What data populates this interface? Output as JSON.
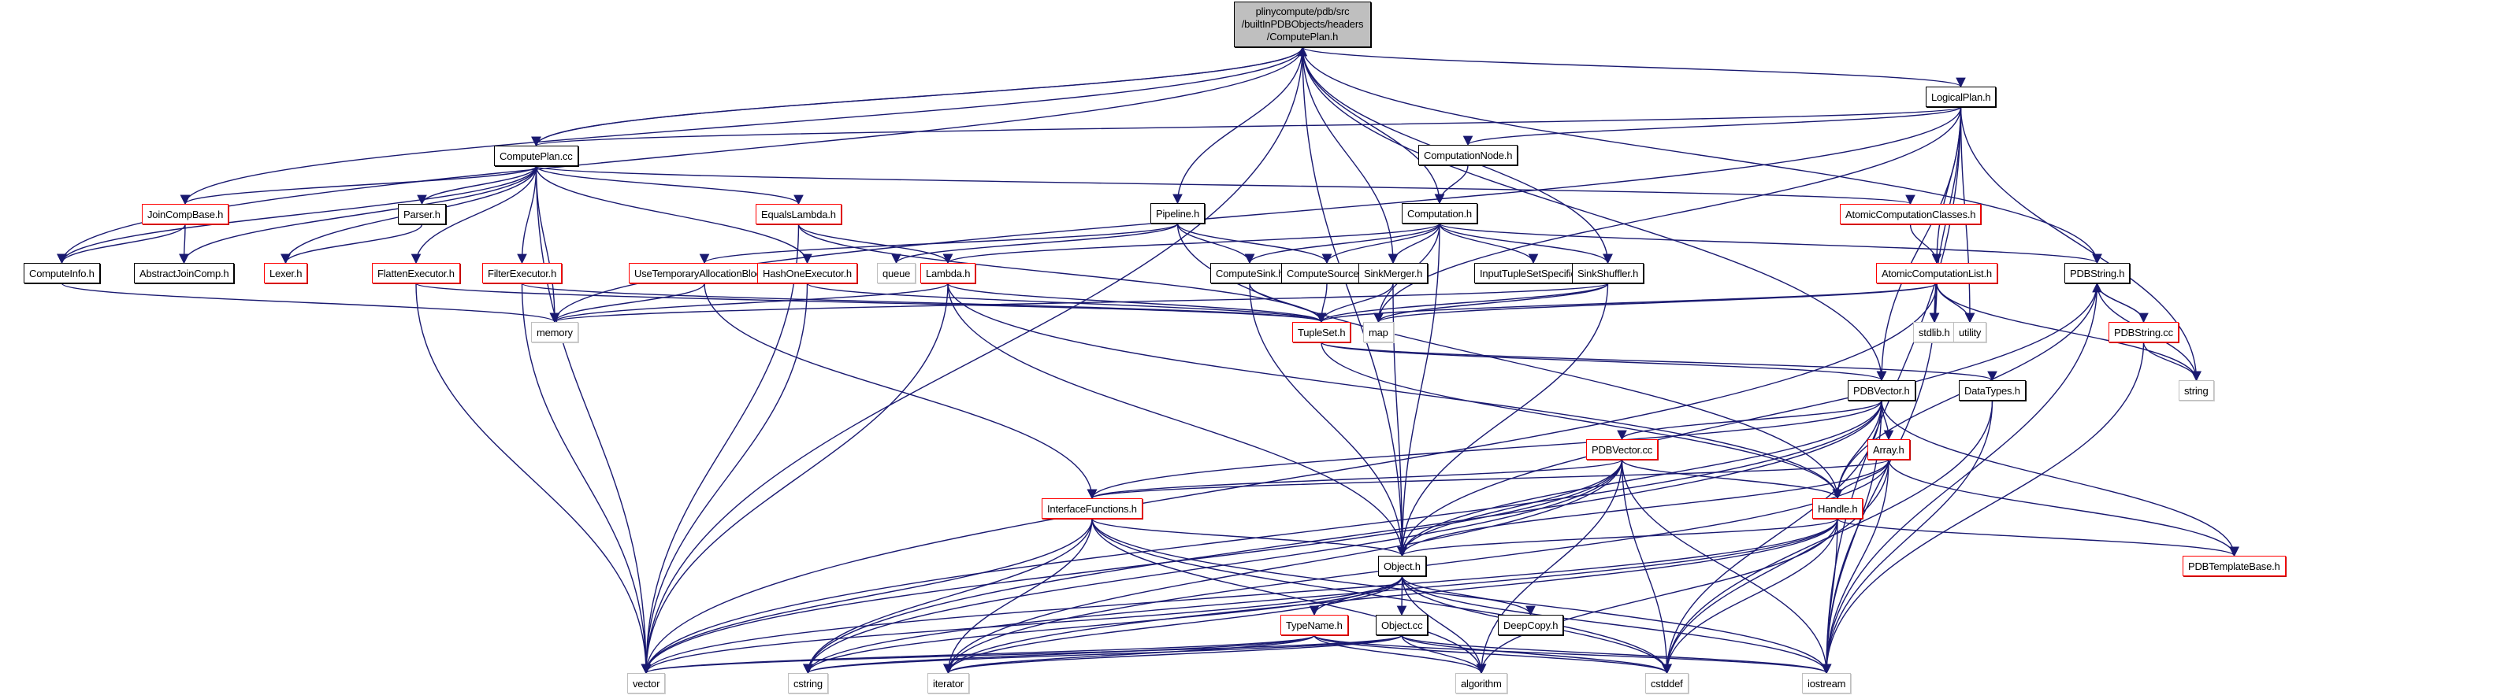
{
  "graph": {
    "title": "Include dependency graph for ComputePlan.h",
    "edge_color": "#191970",
    "node_colors": {
      "root_fill": "#bfbfbf",
      "documented_border": "#000000",
      "undocumented_border": "#ff0000",
      "system_border": "#bfbfbf"
    },
    "root": {
      "id": "ComputePlan_h",
      "label_lines": [
        "plinycompute/pdb/src",
        "/builtInPDBObjects/headers",
        "/ComputePlan.h"
      ]
    },
    "nodes": [
      {
        "id": "ComputePlan_cc",
        "label": "ComputePlan.cc",
        "kind": "documented"
      },
      {
        "id": "LogicalPlan_h",
        "label": "LogicalPlan.h",
        "kind": "documented"
      },
      {
        "id": "JoinCompBase_h",
        "label": "JoinCompBase.h",
        "kind": "undocumented"
      },
      {
        "id": "Parser_h",
        "label": "Parser.h",
        "kind": "documented"
      },
      {
        "id": "EqualsLambda_h",
        "label": "EqualsLambda.h",
        "kind": "undocumented"
      },
      {
        "id": "Pipeline_h",
        "label": "Pipeline.h",
        "kind": "documented"
      },
      {
        "id": "ComputationNode_h",
        "label": "ComputationNode.h",
        "kind": "documented"
      },
      {
        "id": "AtomicComputationClasses_h",
        "label": "AtomicComputationClasses.h",
        "kind": "undocumented"
      },
      {
        "id": "ComputeInfo_h",
        "label": "ComputeInfo.h",
        "kind": "documented"
      },
      {
        "id": "AbstractJoinComp_h",
        "label": "AbstractJoinComp.h",
        "kind": "documented"
      },
      {
        "id": "Lexer_h",
        "label": "Lexer.h",
        "kind": "undocumented"
      },
      {
        "id": "FlattenExecutor_h",
        "label": "FlattenExecutor.h",
        "kind": "undocumented"
      },
      {
        "id": "FilterExecutor_h",
        "label": "FilterExecutor.h",
        "kind": "undocumented"
      },
      {
        "id": "UseTemporaryAllocationBlock_h",
        "label": "UseTemporaryAllocationBlock.h",
        "kind": "undocumented"
      },
      {
        "id": "HashOneExecutor_h",
        "label": "HashOneExecutor.h",
        "kind": "undocumented"
      },
      {
        "id": "queue",
        "label": "queue",
        "kind": "system"
      },
      {
        "id": "Lambda_h",
        "label": "Lambda.h",
        "kind": "undocumented"
      },
      {
        "id": "Computation_h",
        "label": "Computation.h",
        "kind": "documented"
      },
      {
        "id": "ComputeSink_h",
        "label": "ComputeSink.h",
        "kind": "documented"
      },
      {
        "id": "ComputeSource_h",
        "label": "ComputeSource.h",
        "kind": "documented"
      },
      {
        "id": "SinkMerger_h",
        "label": "SinkMerger.h",
        "kind": "documented"
      },
      {
        "id": "InputTupleSetSpecifier_h",
        "label": "InputTupleSetSpecifier.h",
        "kind": "documented"
      },
      {
        "id": "SinkShuffler_h",
        "label": "SinkShuffler.h",
        "kind": "documented"
      },
      {
        "id": "AtomicComputationList_h",
        "label": "AtomicComputationList.h",
        "kind": "undocumented"
      },
      {
        "id": "PDBString_h",
        "label": "PDBString.h",
        "kind": "documented"
      },
      {
        "id": "memory",
        "label": "memory",
        "kind": "system"
      },
      {
        "id": "TupleSet_h",
        "label": "TupleSet.h",
        "kind": "undocumented"
      },
      {
        "id": "map",
        "label": "map",
        "kind": "system"
      },
      {
        "id": "stdlib_h",
        "label": "stdlib.h",
        "kind": "system"
      },
      {
        "id": "utility",
        "label": "utility",
        "kind": "system"
      },
      {
        "id": "PDBString_cc",
        "label": "PDBString.cc",
        "kind": "undocumented"
      },
      {
        "id": "PDBVector_h",
        "label": "PDBVector.h",
        "kind": "documented"
      },
      {
        "id": "DataTypes_h",
        "label": "DataTypes.h",
        "kind": "documented"
      },
      {
        "id": "string",
        "label": "string",
        "kind": "system"
      },
      {
        "id": "PDBVector_cc",
        "label": "PDBVector.cc",
        "kind": "undocumented"
      },
      {
        "id": "Array_h",
        "label": "Array.h",
        "kind": "undocumented"
      },
      {
        "id": "InterfaceFunctions_h",
        "label": "InterfaceFunctions.h",
        "kind": "undocumented"
      },
      {
        "id": "Handle_h",
        "label": "Handle.h",
        "kind": "undocumented"
      },
      {
        "id": "PDBTemplateBase_h",
        "label": "PDBTemplateBase.h",
        "kind": "undocumented"
      },
      {
        "id": "Object_h",
        "label": "Object.h",
        "kind": "documented"
      },
      {
        "id": "TypeName_h",
        "label": "TypeName.h",
        "kind": "undocumented"
      },
      {
        "id": "Object_cc",
        "label": "Object.cc",
        "kind": "documented"
      },
      {
        "id": "DeepCopy_h",
        "label": "DeepCopy.h",
        "kind": "documented"
      },
      {
        "id": "vector",
        "label": "vector",
        "kind": "system"
      },
      {
        "id": "cstring",
        "label": "cstring",
        "kind": "system"
      },
      {
        "id": "iterator",
        "label": "iterator",
        "kind": "system"
      },
      {
        "id": "algorithm",
        "label": "algorithm",
        "kind": "system"
      },
      {
        "id": "cstddef",
        "label": "cstddef",
        "kind": "system"
      },
      {
        "id": "iostream",
        "label": "iostream",
        "kind": "system"
      }
    ],
    "edges": [
      [
        "ComputePlan_h",
        "ComputePlan_cc"
      ],
      [
        "ComputePlan_h",
        "LogicalPlan_h"
      ],
      [
        "ComputePlan_h",
        "Pipeline_h"
      ],
      [
        "ComputePlan_h",
        "Computation_h"
      ],
      [
        "ComputePlan_h",
        "SinkMerger_h"
      ],
      [
        "ComputePlan_h",
        "SinkShuffler_h"
      ],
      [
        "ComputePlan_h",
        "PDBString_h"
      ],
      [
        "ComputePlan_h",
        "PDBVector_h"
      ],
      [
        "ComputePlan_h",
        "Object_h"
      ],
      [
        "ComputePlan_h",
        "ComputeInfo_h"
      ],
      [
        "ComputePlan_h",
        "JoinCompBase_h"
      ],
      [
        "ComputePlan_h",
        "vector"
      ],
      [
        "ComputePlan_cc",
        "ComputePlan_h"
      ],
      [
        "ComputePlan_cc",
        "JoinCompBase_h"
      ],
      [
        "ComputePlan_cc",
        "Parser_h"
      ],
      [
        "ComputePlan_cc",
        "EqualsLambda_h"
      ],
      [
        "ComputePlan_cc",
        "ComputeInfo_h"
      ],
      [
        "ComputePlan_cc",
        "AbstractJoinComp_h"
      ],
      [
        "ComputePlan_cc",
        "Lexer_h"
      ],
      [
        "ComputePlan_cc",
        "FlattenExecutor_h"
      ],
      [
        "ComputePlan_cc",
        "FilterExecutor_h"
      ],
      [
        "ComputePlan_cc",
        "HashOneExecutor_h"
      ],
      [
        "ComputePlan_cc",
        "AtomicComputationClasses_h"
      ],
      [
        "ComputePlan_cc",
        "vector"
      ],
      [
        "ComputePlan_cc",
        "memory"
      ],
      [
        "LogicalPlan_h",
        "ComputationNode_h"
      ],
      [
        "LogicalPlan_h",
        "AtomicComputationList_h"
      ],
      [
        "LogicalPlan_h",
        "stdlib_h"
      ],
      [
        "LogicalPlan_h",
        "utility"
      ],
      [
        "LogicalPlan_h",
        "map"
      ],
      [
        "LogicalPlan_h",
        "PDBVector_h"
      ],
      [
        "LogicalPlan_h",
        "string"
      ],
      [
        "LogicalPlan_h",
        "iostream"
      ],
      [
        "LogicalPlan_h",
        "ComputePlan_cc"
      ],
      [
        "LogicalPlan_h",
        "memory"
      ],
      [
        "JoinCompBase_h",
        "ComputeInfo_h"
      ],
      [
        "JoinCompBase_h",
        "AbstractJoinComp_h"
      ],
      [
        "Parser_h",
        "Lexer_h"
      ],
      [
        "EqualsLambda_h",
        "Lambda_h"
      ],
      [
        "EqualsLambda_h",
        "TupleSet_h"
      ],
      [
        "EqualsLambda_h",
        "vector"
      ],
      [
        "Pipeline_h",
        "ComputeSink_h"
      ],
      [
        "Pipeline_h",
        "ComputeSource_h"
      ],
      [
        "Pipeline_h",
        "queue"
      ],
      [
        "Pipeline_h",
        "UseTemporaryAllocationBlock_h"
      ],
      [
        "Pipeline_h",
        "Handle_h"
      ],
      [
        "ComputationNode_h",
        "Computation_h"
      ],
      [
        "AtomicComputationClasses_h",
        "AtomicComputationList_h"
      ],
      [
        "ComputeInfo_h",
        "memory"
      ],
      [
        "FlattenExecutor_h",
        "vector"
      ],
      [
        "FlattenExecutor_h",
        "TupleSet_h"
      ],
      [
        "FilterExecutor_h",
        "vector"
      ],
      [
        "FilterExecutor_h",
        "TupleSet_h"
      ],
      [
        "UseTemporaryAllocationBlock_h",
        "memory"
      ],
      [
        "UseTemporaryAllocationBlock_h",
        "InterfaceFunctions_h"
      ],
      [
        "HashOneExecutor_h",
        "TupleSet_h"
      ],
      [
        "HashOneExecutor_h",
        "vector"
      ],
      [
        "Lambda_h",
        "TupleSet_h"
      ],
      [
        "Lambda_h",
        "Object_h"
      ],
      [
        "Lambda_h",
        "Handle_h"
      ],
      [
        "Lambda_h",
        "memory"
      ],
      [
        "Lambda_h",
        "vector"
      ],
      [
        "Computation_h",
        "Lambda_h"
      ],
      [
        "Computation_h",
        "ComputeSink_h"
      ],
      [
        "Computation_h",
        "ComputeSource_h"
      ],
      [
        "Computation_h",
        "SinkMerger_h"
      ],
      [
        "Computation_h",
        "InputTupleSetSpecifier_h"
      ],
      [
        "Computation_h",
        "SinkShuffler_h"
      ],
      [
        "Computation_h",
        "PDBString_h"
      ],
      [
        "Computation_h",
        "Object_h"
      ],
      [
        "Computation_h",
        "map"
      ],
      [
        "ComputeSink_h",
        "TupleSet_h"
      ],
      [
        "ComputeSink_h",
        "Object_h"
      ],
      [
        "ComputeSource_h",
        "TupleSet_h"
      ],
      [
        "SinkMerger_h",
        "TupleSet_h"
      ],
      [
        "SinkMerger_h",
        "Object_h"
      ],
      [
        "SinkShuffler_h",
        "TupleSet_h"
      ],
      [
        "SinkShuffler_h",
        "Object_h"
      ],
      [
        "SinkShuffler_h",
        "map"
      ],
      [
        "SinkShuffler_h",
        "memory"
      ],
      [
        "AtomicComputationList_h",
        "stdlib_h"
      ],
      [
        "AtomicComputationList_h",
        "utility"
      ],
      [
        "AtomicComputationList_h",
        "map"
      ],
      [
        "AtomicComputationList_h",
        "string"
      ],
      [
        "AtomicComputationList_h",
        "TupleSet_h"
      ],
      [
        "AtomicComputationList_h",
        "iostream"
      ],
      [
        "AtomicComputationList_h",
        "vector"
      ],
      [
        "PDBString_h",
        "PDBString_cc"
      ],
      [
        "PDBString_cc",
        "PDBString_h"
      ],
      [
        "PDBString_h",
        "string"
      ],
      [
        "PDBString_h",
        "Handle_h"
      ],
      [
        "PDBString_h",
        "iostream"
      ],
      [
        "PDBString_h",
        "Object_h"
      ],
      [
        "PDBString_cc",
        "string"
      ],
      [
        "PDBString_cc",
        "iostream"
      ],
      [
        "TupleSet_h",
        "PDBVector_h"
      ],
      [
        "TupleSet_h",
        "DataTypes_h"
      ],
      [
        "TupleSet_h",
        "Handle_h"
      ],
      [
        "PDBVector_h",
        "PDBVector_cc"
      ],
      [
        "PDBVector_h",
        "Array_h"
      ],
      [
        "PDBVector_h",
        "Handle_h"
      ],
      [
        "PDBVector_h",
        "Object_h"
      ],
      [
        "PDBVector_h",
        "InterfaceFunctions_h"
      ],
      [
        "PDBVector_h",
        "PDBTemplateBase_h"
      ],
      [
        "PDBVector_h",
        "vector"
      ],
      [
        "PDBVector_h",
        "cstddef"
      ],
      [
        "PDBVector_h",
        "iostream"
      ],
      [
        "PDBVector_h",
        "cstring"
      ],
      [
        "PDBVector_cc",
        "InterfaceFunctions_h"
      ],
      [
        "PDBVector_cc",
        "Handle_h"
      ],
      [
        "PDBVector_cc",
        "Object_h"
      ],
      [
        "PDBVector_cc",
        "cstddef"
      ],
      [
        "PDBVector_cc",
        "iostream"
      ],
      [
        "PDBVector_cc",
        "algorithm"
      ],
      [
        "PDBVector_cc",
        "cstring"
      ],
      [
        "PDBVector_cc",
        "iterator"
      ],
      [
        "PDBVector_cc",
        "vector"
      ],
      [
        "Array_h",
        "Handle_h"
      ],
      [
        "Array_h",
        "PDBTemplateBase_h"
      ],
      [
        "Array_h",
        "Object_h"
      ],
      [
        "Array_h",
        "cstddef"
      ],
      [
        "Array_h",
        "iostream"
      ],
      [
        "Array_h",
        "iterator"
      ],
      [
        "Array_h",
        "InterfaceFunctions_h"
      ],
      [
        "InterfaceFunctions_h",
        "Object_h"
      ],
      [
        "InterfaceFunctions_h",
        "vector"
      ],
      [
        "InterfaceFunctions_h",
        "cstring"
      ],
      [
        "InterfaceFunctions_h",
        "iterator"
      ],
      [
        "InterfaceFunctions_h",
        "algorithm"
      ],
      [
        "InterfaceFunctions_h",
        "cstddef"
      ],
      [
        "InterfaceFunctions_h",
        "iostream"
      ],
      [
        "Handle_h",
        "Object_h"
      ],
      [
        "Handle_h",
        "PDBTemplateBase_h"
      ],
      [
        "Handle_h",
        "cstddef"
      ],
      [
        "Handle_h",
        "iostream"
      ],
      [
        "Handle_h",
        "algorithm"
      ],
      [
        "Handle_h",
        "iterator"
      ],
      [
        "Handle_h",
        "vector"
      ],
      [
        "Handle_h",
        "cstring"
      ],
      [
        "Object_h",
        "TypeName_h"
      ],
      [
        "Object_h",
        "Object_cc"
      ],
      [
        "Object_h",
        "DeepCopy_h"
      ],
      [
        "Object_h",
        "vector"
      ],
      [
        "Object_h",
        "cstring"
      ],
      [
        "Object_h",
        "iterator"
      ],
      [
        "Object_h",
        "algorithm"
      ],
      [
        "Object_h",
        "cstddef"
      ],
      [
        "Object_h",
        "iostream"
      ],
      [
        "TypeName_h",
        "vector"
      ],
      [
        "TypeName_h",
        "cstring"
      ],
      [
        "TypeName_h",
        "iterator"
      ],
      [
        "TypeName_h",
        "algorithm"
      ],
      [
        "TypeName_h",
        "cstddef"
      ],
      [
        "TypeName_h",
        "iostream"
      ],
      [
        "Object_cc",
        "vector"
      ],
      [
        "Object_cc",
        "cstring"
      ],
      [
        "Object_cc",
        "iterator"
      ],
      [
        "Object_cc",
        "algorithm"
      ],
      [
        "Object_cc",
        "cstddef"
      ],
      [
        "Object_cc",
        "iostream"
      ],
      [
        "DataTypes_h",
        "cstddef"
      ],
      [
        "DataTypes_h",
        "iostream"
      ]
    ]
  }
}
